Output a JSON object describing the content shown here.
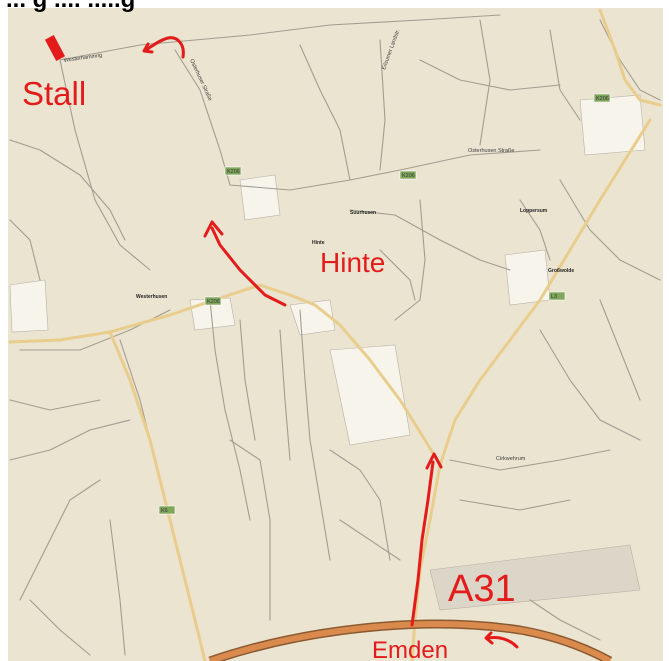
{
  "title": "... g .... .....g",
  "annotations": {
    "stall": "Stall",
    "hinte": "Hinte",
    "a31": "A31",
    "emden": "Emden"
  },
  "colors": {
    "map_background": "#ebe4d1",
    "road_minor": "#a49c90",
    "road_major": "#e8cd8c",
    "highway": "#d98a4c",
    "annotation_red": "#e31b1b",
    "settlement_block": "#ffffff"
  },
  "map_labels": {
    "stall_street": "Westerhammrig",
    "osterhusen": "Osterhuser Straße",
    "eiderhusen": "Eilsumer Landstr.",
    "hinte_small": "Hinte",
    "westerhusen": "Westerhusen",
    "suurhusen": "Suurhusen",
    "grosswolde": "Großwolde",
    "upleward": "Loppersum",
    "osterwand": "Osterhusen Straße",
    "cirkwehr": "Cirkwehrum"
  },
  "road_badges": {
    "b210": "K206",
    "b210_east": "K206",
    "north": "K206",
    "east": "K206",
    "mid": "L3",
    "south": "K6"
  }
}
